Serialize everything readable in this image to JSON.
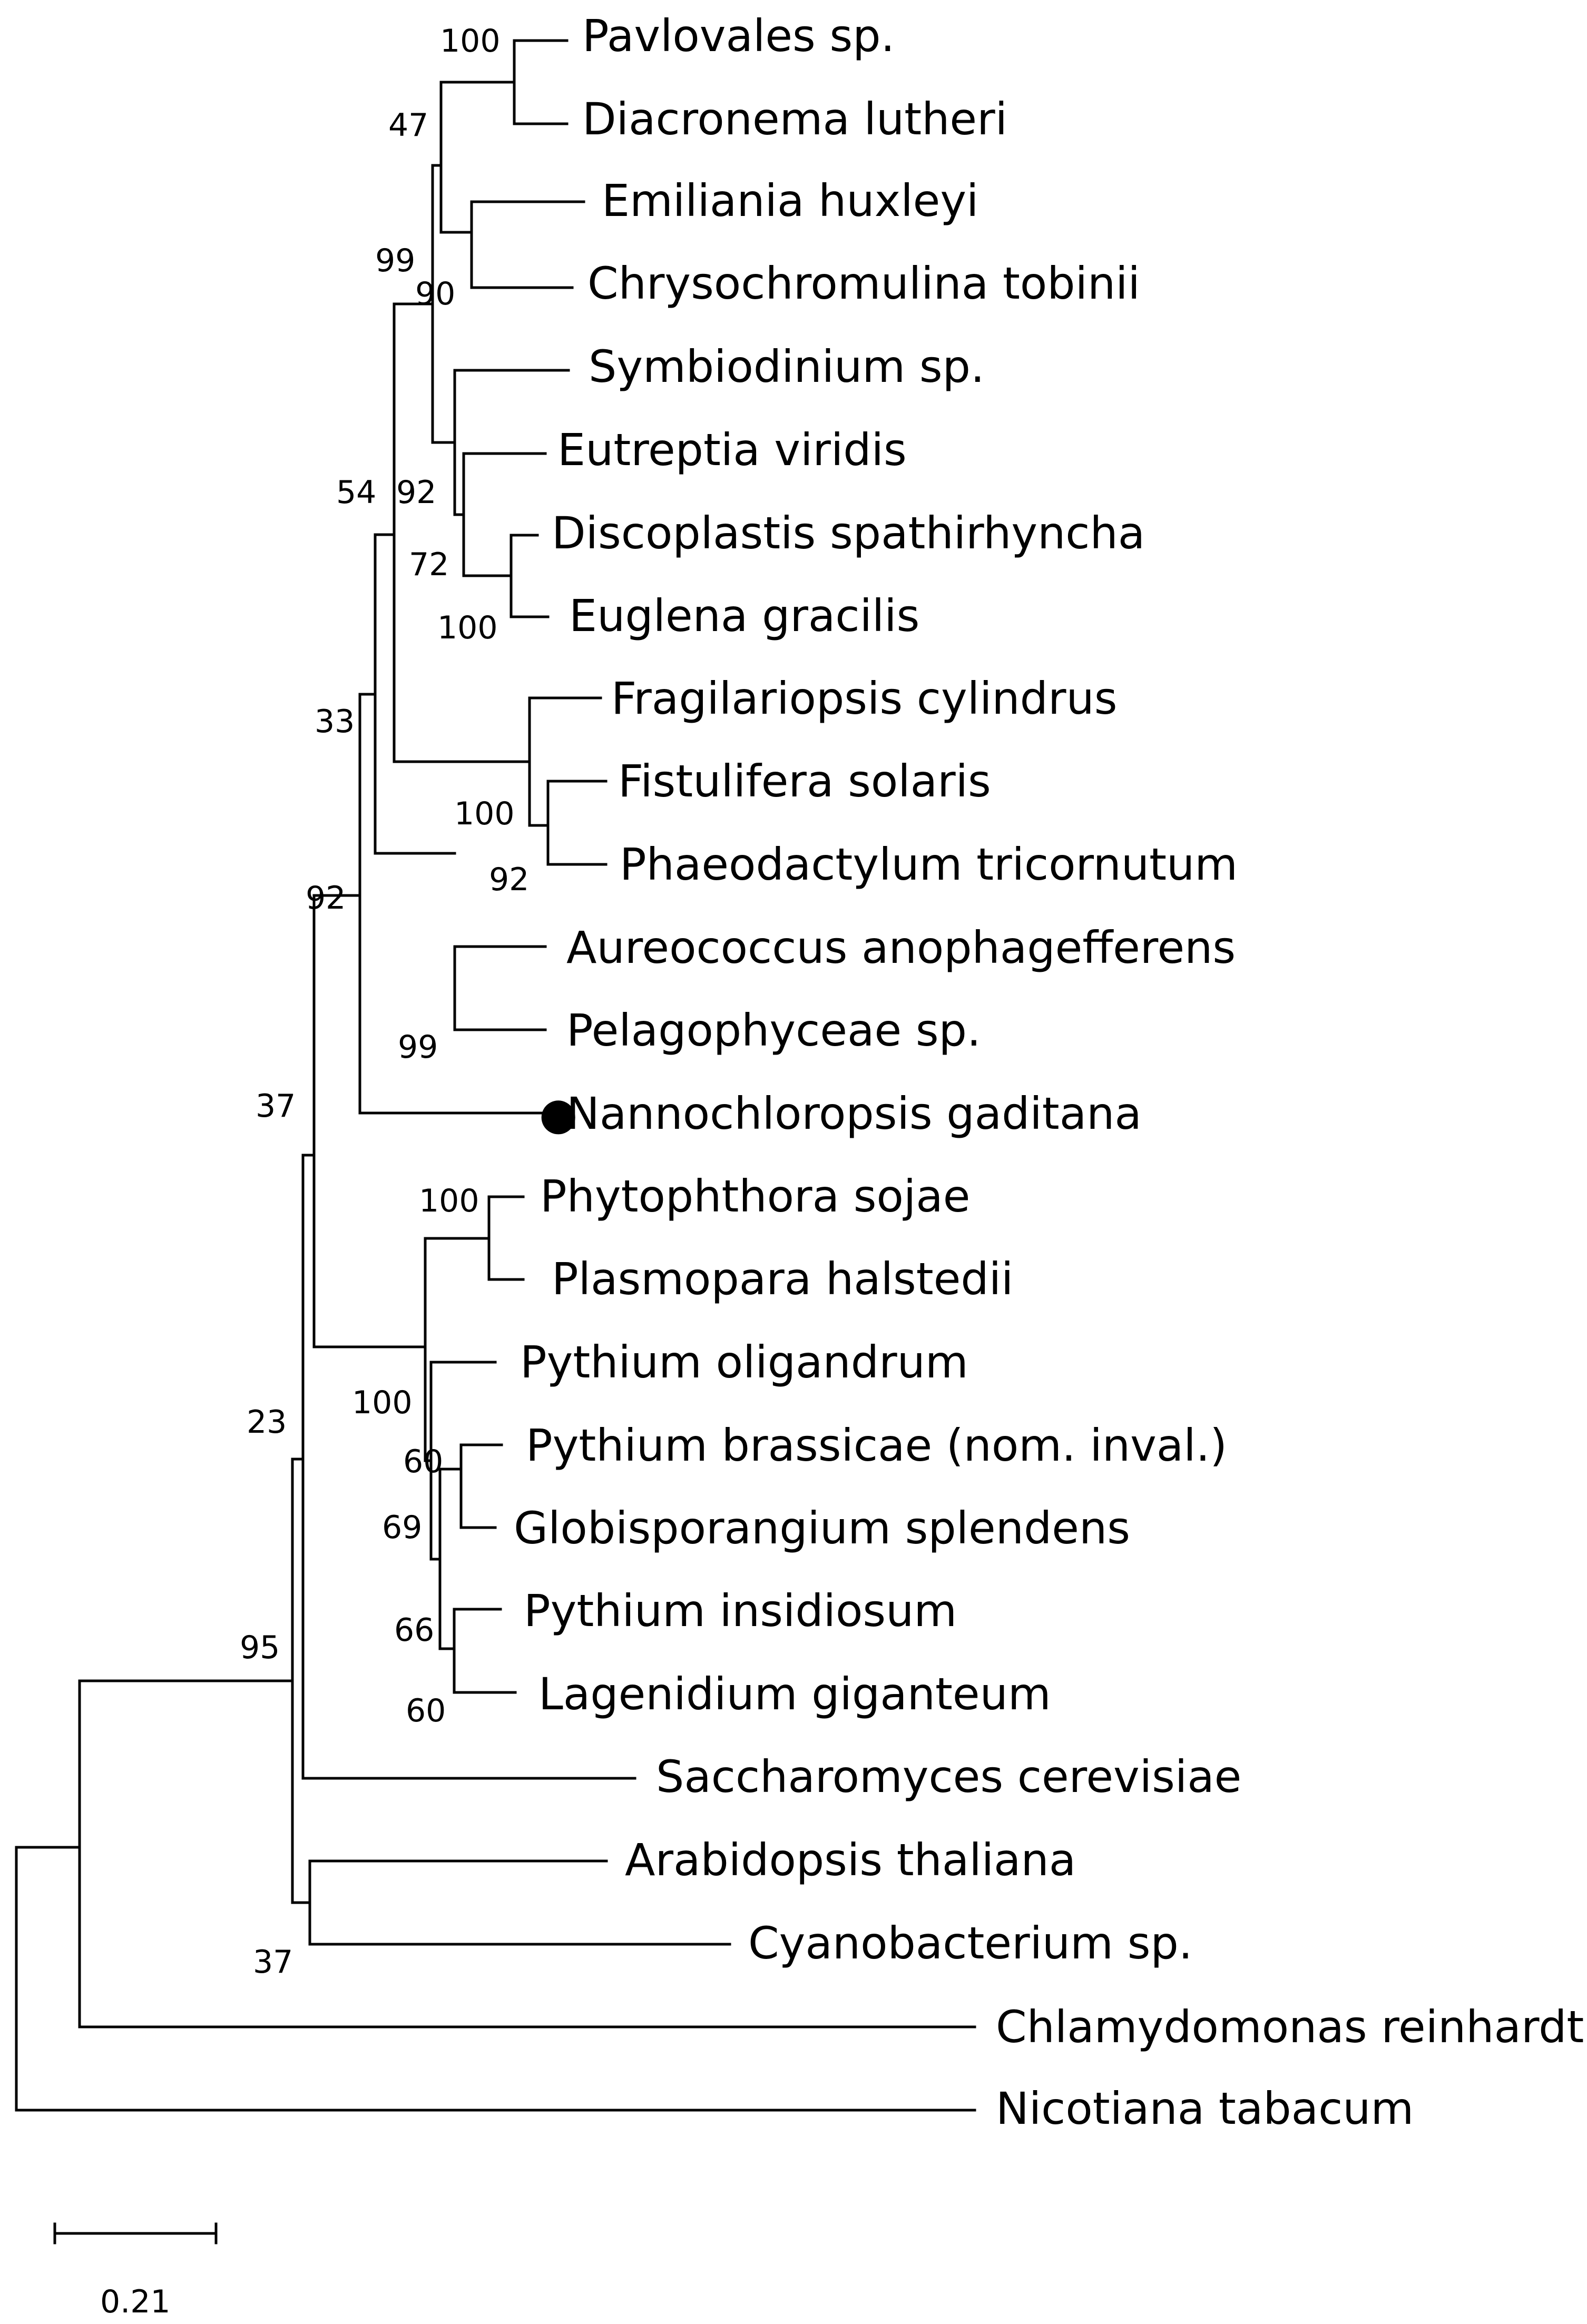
{
  "tree": {
    "taxa": {
      "pavlovales": "Pavlovales sp.",
      "diacronema": "Diacronema lutheri",
      "emiliania": "Emiliania huxleyi",
      "chrysochromulina": "Chrysochromulina tobinii",
      "symbiodinium": "Symbiodinium sp.",
      "eutreptia": "Eutreptia viridis",
      "discoplastis": "Discoplastis spathirhyncha",
      "euglena": "Euglena gracilis",
      "fragilariopsis": "Fragilariopsis cylindrus",
      "fistulifera": "Fistulifera solaris",
      "phaeodactylum": "Phaeodactylum tricornutum",
      "aureococcus": "Aureococcus anophagefferens",
      "pelagophyceae": "Pelagophyceae sp.",
      "nannochloropsis": "Nannochloropsis gaditana",
      "phytophthora": "Phytophthora sojae",
      "plasmopara": "Plasmopara halstedii",
      "pythium_oligandrum": "Pythium oligandrum",
      "pythium_brassicae": "Pythium brassicae (nom. inval.)",
      "globisporangium": "Globisporangium splendens",
      "pythium_insidiosum": "Pythium insidiosum",
      "lagenidium": "Lagenidium giganteum",
      "saccharomyces": "Saccharomyces cerevisiae",
      "arabidopsis": "Arabidopsis thaliana",
      "cyanobacterium": "Cyanobacterium sp.",
      "chlamydomonas": "Chlamydomonas reinhardtii",
      "nicotiana": "Nicotiana tabacum"
    },
    "highlight_marker": "●",
    "bootstrap": {
      "pav_dia": "100",
      "hapto": "47",
      "emi_chr": "99",
      "hapto_myz": "90",
      "myz": "92",
      "eugl": "72",
      "dis_eug": "100",
      "diatom": "100",
      "fis_pha": "92",
      "pelago": "99",
      "big": "54",
      "stram": "33",
      "nanno": "92",
      "stram_oom": "37",
      "phy_pla": "100",
      "oomy": "100",
      "pyth": "60",
      "pyth2": "69",
      "pyth3": "66",
      "pyth4": "60",
      "sacch": "23",
      "root_in": "95",
      "ara_cya": "37"
    },
    "scale": {
      "label": "0.21"
    }
  }
}
